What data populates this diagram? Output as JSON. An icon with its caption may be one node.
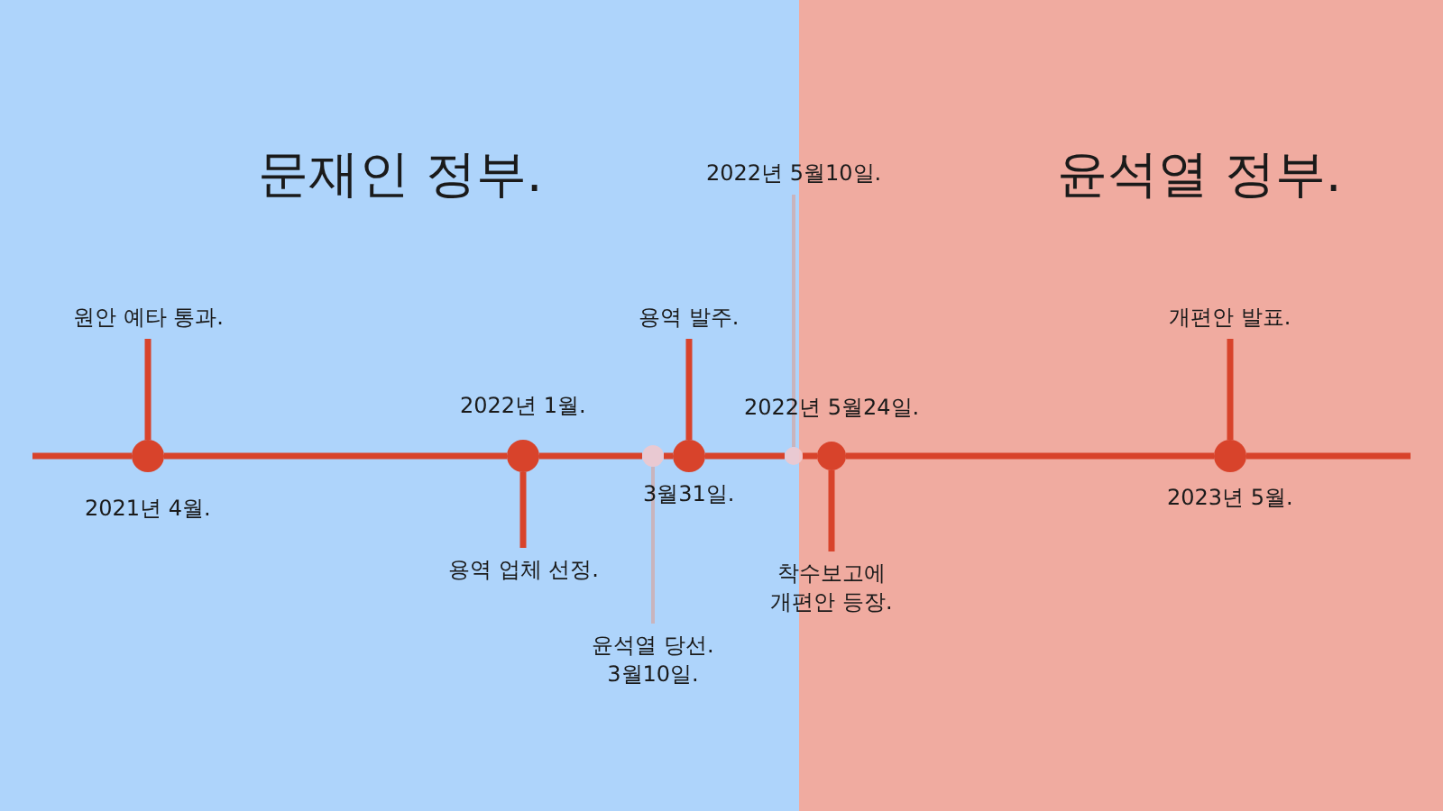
{
  "diagram": {
    "nodes": [
      {
        "text": [
          "문재인 정부."
        ]
      },
      {
        "text": [
          "윤석열 정부."
        ]
      },
      {
        "text": [
          "원안 예타 통과."
        ],
        "in": 0
      },
      {
        "text": [],
        "shape": "circle",
        "in": 0,
        "beside": [
          "2021년 4월."
        ]
      },
      {
        "text": [],
        "shape": "circle",
        "in": 0,
        "beside": [
          "2022년 1월."
        ]
      },
      {
        "text": [
          "용역 업체 선정."
        ],
        "in": 0
      },
      {
        "text": [],
        "shape": "circle",
        "in": 0
      },
      {
        "text": [
          "윤석열 당선. 3월10일."
        ],
        "in": 0
      },
      {
        "text": [
          "용역 발주."
        ],
        "in": 0
      },
      {
        "text": [],
        "shape": "circle",
        "in": 0,
        "beside": [
          "3월31일."
        ]
      },
      {
        "text": [
          "2022년 5월10일."
        ]
      },
      {
        "text": [],
        "shape": "circle"
      },
      {
        "text": [],
        "shape": "circle",
        "in": 1,
        "beside": [
          "2022년 5월24일."
        ]
      },
      {
        "text": [
          "착수보고에 개편안 등장."
        ]
      },
      {
        "text": [
          "개편안 발표."
        ],
        "in": 1
      },
      {
        "text": [],
        "shape": "circle",
        "in": 1,
        "beside": [
          "2023년 5월."
        ]
      }
    ],
    "edges": [
      {
        "from": 2,
        "to": 3,
        "arrow": "none"
      },
      {
        "from": 5,
        "to": 4,
        "arrow": "none"
      },
      {
        "from": 7,
        "to": 6,
        "arrow": "none",
        "color": "#c9b4bd"
      },
      {
        "from": 8,
        "to": 9,
        "arrow": "none"
      },
      {
        "from": 10,
        "to": 11,
        "arrow": "none",
        "color": "#c9b4bd"
      },
      {
        "from": 13,
        "to": 12,
        "arrow": "none"
      },
      {
        "from": 14,
        "to": 15,
        "arrow": "none"
      },
      {
        "from": null,
        "to": 3,
        "arrow": "none"
      },
      {
        "from": 3,
        "to": 4,
        "arrow": "none"
      },
      {
        "from": 4,
        "to": 6,
        "arrow": "none"
      },
      {
        "from": 6,
        "to": 9,
        "arrow": "none"
      },
      {
        "from": 9,
        "to": 11,
        "arrow": "none"
      },
      {
        "from": 11,
        "to": 12,
        "arrow": "none"
      },
      {
        "from": 12,
        "to": 15,
        "arrow": "none"
      },
      {
        "from": 15,
        "to": null,
        "arrow": "none"
      }
    ]
  }
}
